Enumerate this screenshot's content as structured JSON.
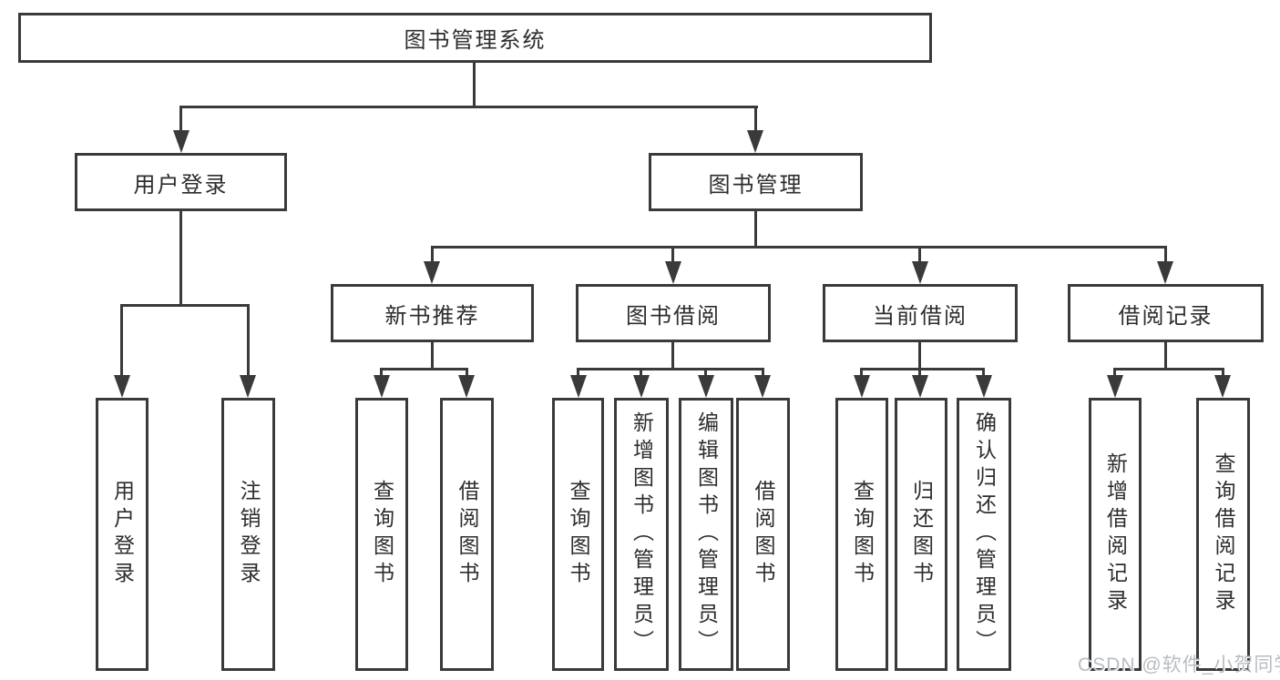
{
  "diagram": {
    "root_label": "图书管理系统",
    "l2": [
      "用户登录",
      "图书管理"
    ],
    "l3": [
      "新书推荐",
      "图书借阅",
      "当前借阅",
      "借阅记录"
    ],
    "leaves_a": [
      "用户登录",
      "注销登录"
    ],
    "leaves_b": [
      "查询图书",
      "借阅图书"
    ],
    "leaves_c": [
      "查询图书",
      "新增图书（管理员）",
      "编辑图书（管理员）",
      "借阅图书"
    ],
    "leaves_d": [
      "查询图书",
      "归还图书",
      "确认归还（管理员）"
    ],
    "leaves_e": [
      "新增借阅记录",
      "查询借阅记录"
    ]
  },
  "watermark": "CSDN @软件_小贺同学",
  "colors": {
    "line": "#3a3a3a",
    "text": "#2d2d2d",
    "watermark": "#b9bdc2",
    "background": "#ffffff"
  }
}
